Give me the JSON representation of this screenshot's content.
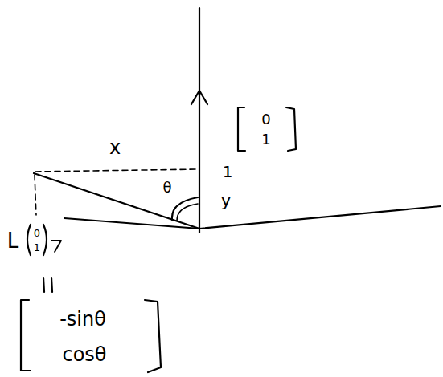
{
  "diagram": {
    "labels": [
      "0",
      "1",
      "x",
      "1",
      "y",
      "θ",
      "L",
      "0",
      "1",
      "-sinθ",
      "cosθ"
    ]
  }
}
